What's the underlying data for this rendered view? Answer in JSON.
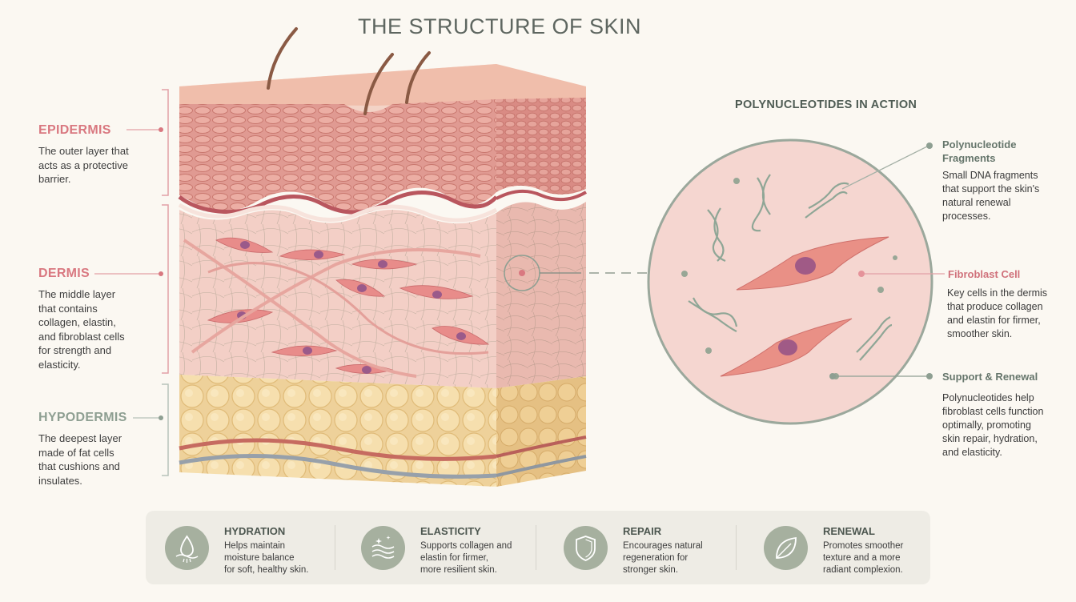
{
  "title": "THE STRUCTURE OF SKIN",
  "colors": {
    "epidermis": "#d97880",
    "dermis": "#d97880",
    "hypodermis": "#8e9f92",
    "accent_sage": "#a6b09f",
    "background": "#fbf8f2"
  },
  "layers": [
    {
      "name": "EPIDERMIS",
      "description_lines": [
        "The outer layer that",
        "acts as a protective",
        "barrier."
      ]
    },
    {
      "name": "DERMIS",
      "description_lines": [
        "The middle layer",
        "that contains",
        "collagen, elastin,",
        "and fibroblast cells",
        "for strength and",
        "elasticity."
      ]
    },
    {
      "name": "HYPODERMIS",
      "description_lines": [
        "The deepest layer",
        "made of fat cells",
        "that cushions and",
        "insulates."
      ]
    }
  ],
  "polynucleotides": {
    "title": "POLYNUCLEOTIDES IN ACTION",
    "callouts": [
      {
        "title_lines": [
          "Polynucleotide",
          "Fragments"
        ],
        "description_lines": [
          "Small DNA fragments",
          "that support the skin's",
          "natural renewal",
          "processes."
        ]
      },
      {
        "title_lines": [
          "Fibroblast Cell"
        ],
        "description_lines": [
          "Key cells in the dermis",
          "that produce collagen",
          "and elastin for firmer,",
          "smoother skin."
        ]
      },
      {
        "title_lines": [
          "Support & Renewal"
        ],
        "description_lines": [
          "Polynucleotides help",
          "fibroblast cells function",
          "optimally, promoting",
          "skin repair, hydration,",
          "and elasticity."
        ]
      }
    ]
  },
  "benefits": [
    {
      "icon": "water-drop-icon",
      "title": "HYDRATION",
      "description_lines": [
        "Helps maintain",
        "moisture balance",
        "for soft, healthy skin."
      ]
    },
    {
      "icon": "elastic-waves-icon",
      "title": "ELASTICITY",
      "description_lines": [
        "Supports collagen and",
        "elastin for firmer,",
        "more resilient skin."
      ]
    },
    {
      "icon": "shield-icon",
      "title": "REPAIR",
      "description_lines": [
        "Encourages natural",
        "regeneration for",
        "stronger skin."
      ]
    },
    {
      "icon": "leaf-icon",
      "title": "RENEWAL",
      "description_lines": [
        "Promotes smoother",
        "texture and a more",
        "radiant complexion."
      ]
    }
  ]
}
